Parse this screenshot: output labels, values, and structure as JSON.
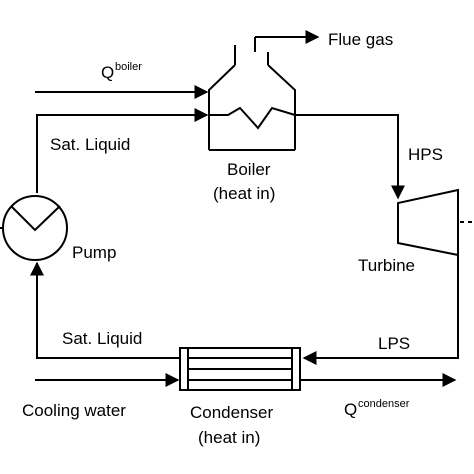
{
  "labels": {
    "flue_gas": "Flue gas",
    "q_boiler_base": "Q",
    "q_boiler_sup": "boiler",
    "sat_liquid_top": "Sat. Liquid",
    "boiler": "Boiler",
    "boiler_sub": "(heat in)",
    "hps": "HPS",
    "pump": "Pump",
    "turbine": "Turbine",
    "sat_liquid_bottom": "Sat. Liquid",
    "lps": "LPS",
    "cooling_water": "Cooling water",
    "condenser": "Condenser",
    "condenser_sub": "(heat in)",
    "q_condenser_base": "Q",
    "q_condenser_sup": "condenser"
  }
}
